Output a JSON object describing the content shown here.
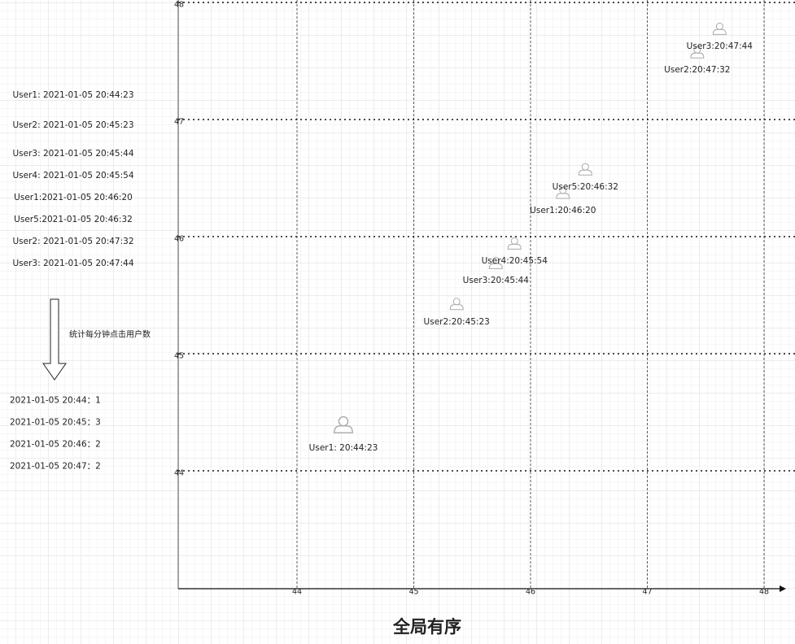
{
  "log_entries": [
    "User1: 2021-01-05 20:44:23",
    "User2: 2021-01-05 20:45:23",
    "User3: 2021-01-05 20:45:44",
    "User4: 2021-01-05 20:45:54",
    "User1:2021-01-05 20:46:20",
    "User5:2021-01-05 20:46:32",
    "User2: 2021-01-05 20:47:32",
    "User3: 2021-01-05 20:47:44"
  ],
  "arrow_label": "统计每分钟点击用户数",
  "minute_counts": [
    "2021-01-05 20:44：1",
    "2021-01-05 20:45：3",
    "2021-01-05 20:46：2",
    "2021-01-05 20:47：2"
  ],
  "x_ticks": [
    "44",
    "45",
    "46",
    "47",
    "48"
  ],
  "y_ticks": [
    "48",
    "47",
    "46",
    "45",
    "44"
  ],
  "events": [
    {
      "label": "User1: 20:44:23",
      "minute": 44,
      "second": 23
    },
    {
      "label": "User2:20:45:23",
      "minute": 45,
      "second": 23
    },
    {
      "label": "User3:20:45:44",
      "minute": 45,
      "second": 44
    },
    {
      "label": "User4:20:45:54",
      "minute": 45,
      "second": 54
    },
    {
      "label": "User1:20:46:20",
      "minute": 46,
      "second": 20
    },
    {
      "label": "User5:20:46:32",
      "minute": 46,
      "second": 32
    },
    {
      "label": "User2:20:47:32",
      "minute": 47,
      "second": 32
    },
    {
      "label": "User3:20:47:44",
      "minute": 47,
      "second": 44
    }
  ],
  "title": "全局有序"
}
